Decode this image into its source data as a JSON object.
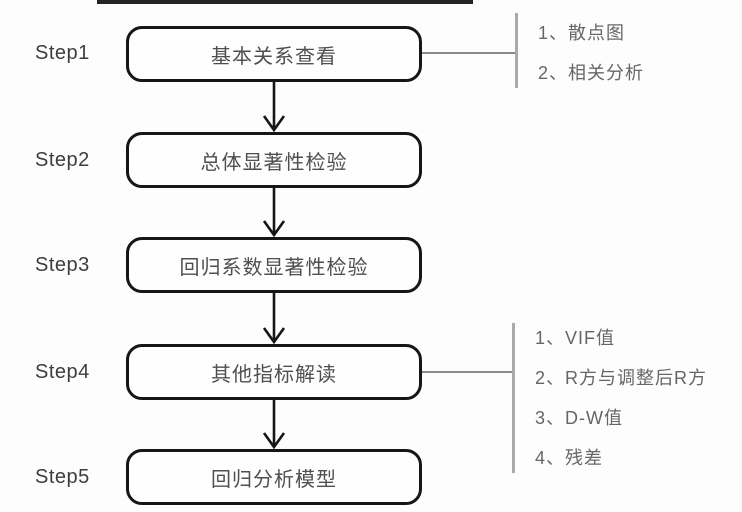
{
  "diagram": {
    "type": "flowchart",
    "topic": "regression analysis steps",
    "steps": [
      {
        "label": "Step1",
        "box": "基本关系查看",
        "notes": [
          "1、散点图",
          "2、相关分析"
        ]
      },
      {
        "label": "Step2",
        "box": "总体显著性检验",
        "notes": []
      },
      {
        "label": "Step3",
        "box": "回归系数显著性检验",
        "notes": []
      },
      {
        "label": "Step4",
        "box": "其他指标解读",
        "notes": [
          "1、VIF值",
          "2、R方与调整后R方",
          "3、D-W值",
          "4、残差"
        ]
      },
      {
        "label": "Step5",
        "box": "回归分析模型",
        "notes": []
      }
    ],
    "colors": {
      "box_border": "#161616",
      "box_text": "#4f4f4f",
      "step_label_text": "#3d3d3d",
      "note_text": "#666666",
      "bracket_line": "#aaaaaa",
      "connector_line": "#8a8a8a",
      "arrow": "#161616",
      "top_bar": "#242424",
      "background": "#fdfdfd"
    }
  }
}
